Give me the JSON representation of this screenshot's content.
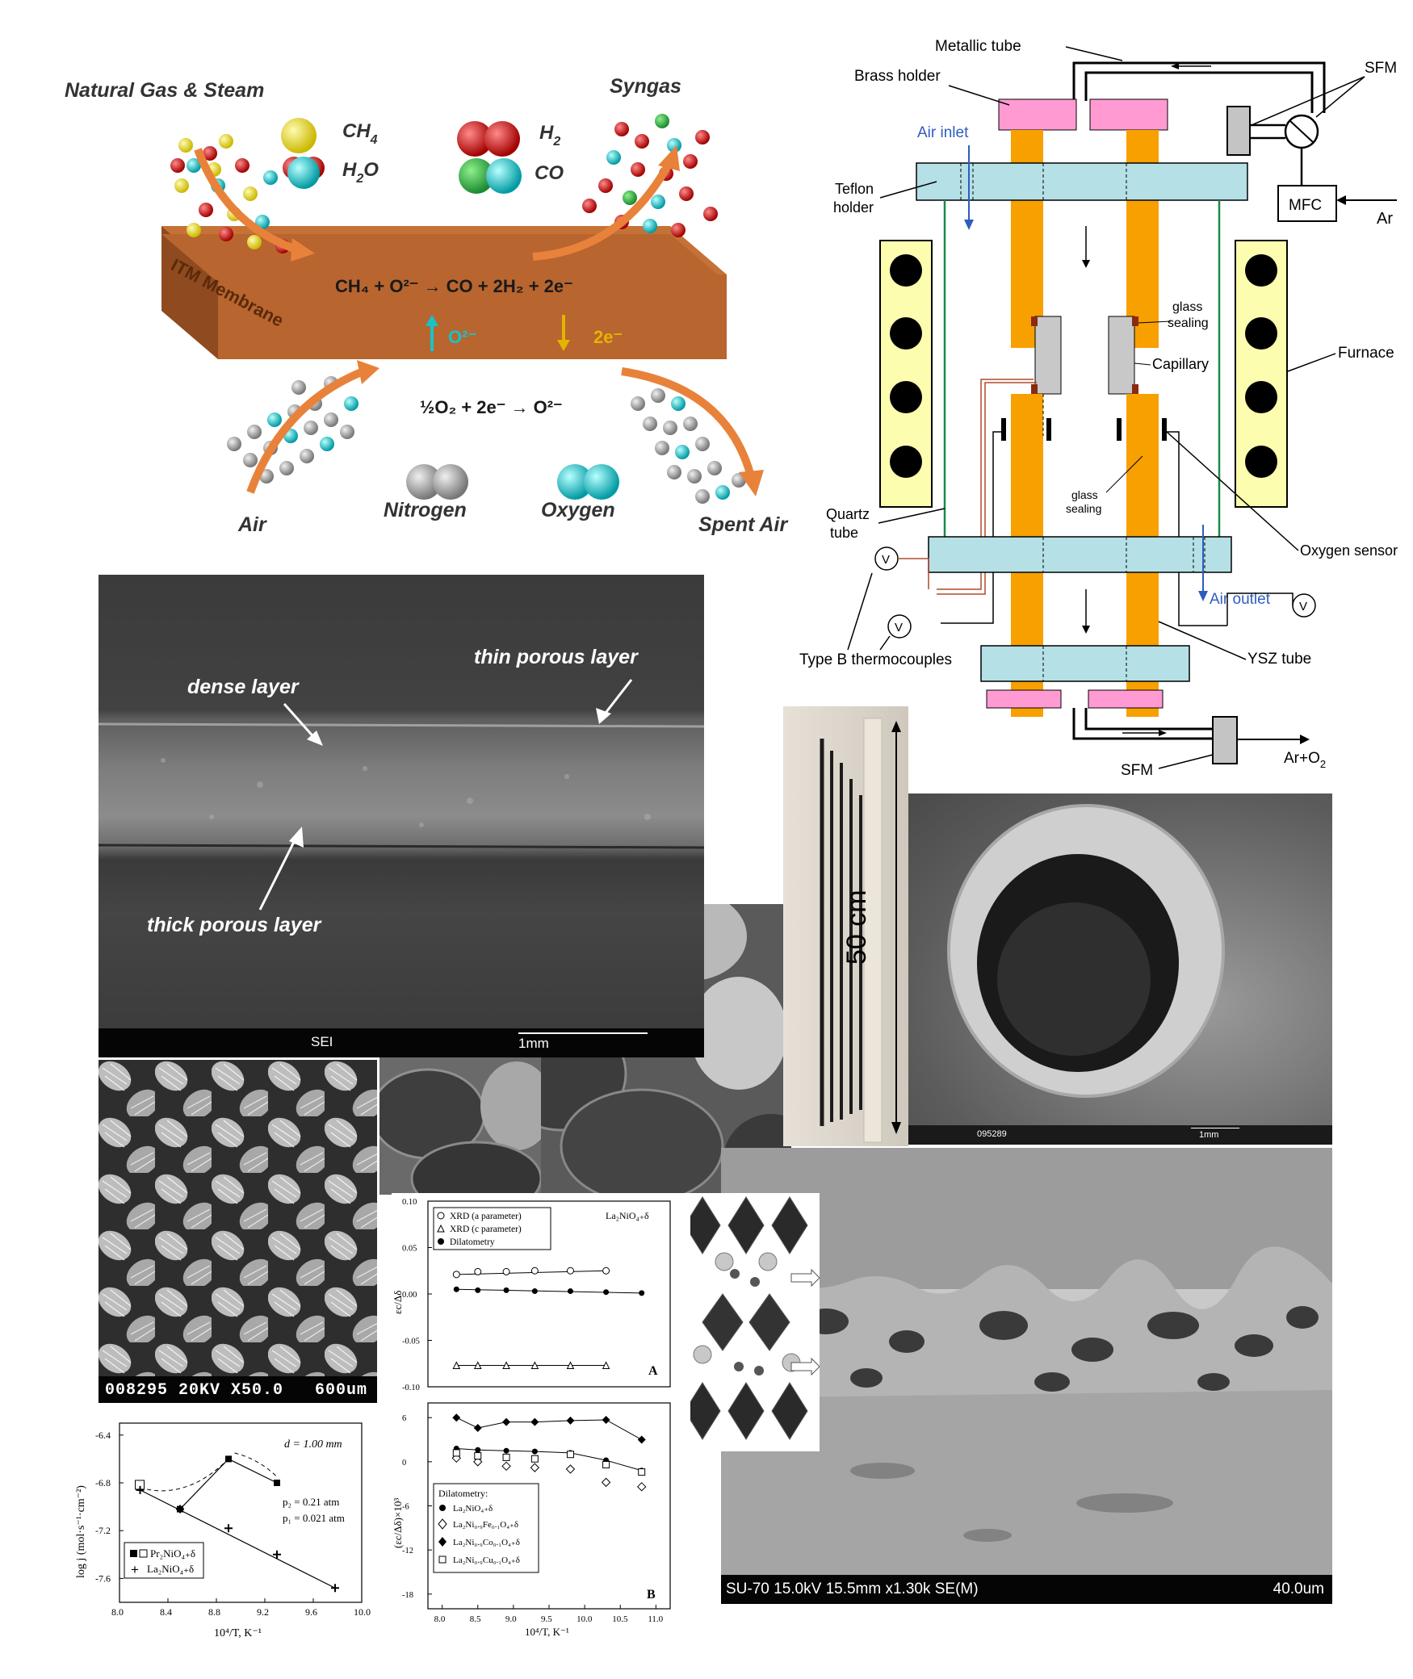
{
  "itm": {
    "feed_label": "Natural Gas & Steam",
    "product_label": "Syngas",
    "legend_ch4": "CH",
    "legend_ch4_sub": "4",
    "legend_h2o": "H",
    "legend_h2o_sub": "2",
    "legend_h2o_tail": "O",
    "legend_h2": "H",
    "legend_h2_sub": "2",
    "legend_co": "CO",
    "membrane_label": "ITM Membrane",
    "reaction_top": "CH₄ + O²⁻ → CO + 2H₂ + 2e⁻",
    "ion_label": "O²⁻",
    "electron_label": "2e⁻",
    "reaction_bottom": "½O₂ + 2e⁻ → O²⁻",
    "air_label": "Air",
    "nitrogen_label": "Nitrogen",
    "oxygen_label": "Oxygen",
    "spent_air_label": "Spent Air",
    "colors": {
      "membrane": "#b8652f",
      "hydrogen": "#d41c1c",
      "oxygen": "#16c0c8",
      "carbon": "#f0e020",
      "nitrogen": "#9a9a9a"
    }
  },
  "reactor": {
    "metallic_tube": "Metallic tube",
    "brass_holder": "Brass holder",
    "sfm_top": "SFM",
    "air_inlet": "Air inlet",
    "teflon_holder_1": "Teflon",
    "teflon_holder_2": "holder",
    "mfc": "MFC",
    "ar": "Ar",
    "glass_sealing_top_1": "glass",
    "glass_sealing_top_2": "sealing",
    "capillary": "Capillary",
    "furnace": "Furnace",
    "glass_sealing_mid_1": "glass",
    "glass_sealing_mid_2": "sealing",
    "quartz_tube_1": "Quartz",
    "quartz_tube_2": "tube",
    "oxygen_sensor": "Oxygen sensor",
    "air_outlet": "Air outlet",
    "voltmeter": "V",
    "thermocouples": "Type B thermocouples",
    "ysz_tube": "YSZ tube",
    "sfm_bottom": "SFM",
    "ar_o2": "Ar+O",
    "ar_o2_sub": "2",
    "colors": {
      "tube": "#f7a000",
      "teflon": "#b4e0e6",
      "brass": "#ff9ad2",
      "furnace": "#fdfdb0"
    }
  },
  "sem_layers": {
    "dense_layer": "dense  layer",
    "thin_porous_layer": "thin porous layer",
    "thick_porous_layer": "thick porous layer",
    "mode": "SEI",
    "scale": "1mm"
  },
  "photo_tubes": {
    "length_label": "50 cm"
  },
  "sem_tube": {
    "id": "095289",
    "scale": "1mm"
  },
  "sem_fibers": {
    "caption": "008295 20KV X50.0   600um"
  },
  "sem_cross": {
    "caption_left": "SU-70 15.0kV 15.5mm x1.30k SE(M)",
    "caption_right": "40.0um"
  },
  "chart_flux": {
    "chart_data": {
      "type": "scatter",
      "xlabel": "10⁴/T, K⁻¹",
      "ylabel": "log j  (mol·s⁻¹·cm⁻²)",
      "xlim": [
        8.0,
        10.0
      ],
      "ylim": [
        -7.8,
        -6.3
      ],
      "xticks": [
        "8.0",
        "8.4",
        "8.8",
        "9.2",
        "9.6",
        "10.0"
      ],
      "yticks": [
        "-6.4",
        "-6.8",
        "-7.2",
        "-7.6"
      ],
      "annotation_d": "d = 1.00 mm",
      "annotation_p2": "p₂ = 0.21 atm",
      "annotation_p1": "p₁ = 0.021 atm",
      "series": [
        {
          "name": "Pr₂NiO₄₊δ",
          "x": [
            8.17,
            8.5,
            8.9,
            9.3
          ],
          "y": [
            -6.84,
            -7.02,
            -6.6,
            -6.8
          ]
        },
        {
          "name": "La₂NiO₄₊δ",
          "x": [
            8.17,
            8.5,
            8.9,
            9.3,
            9.78
          ],
          "y": [
            -6.86,
            -7.02,
            -7.18,
            -7.4,
            -7.68
          ]
        }
      ]
    }
  },
  "chart_exp": {
    "top": {
      "chart_data": {
        "type": "scatter",
        "ylabel": "εc/Δδ",
        "compound": "La₂NiO₄₊δ",
        "panel": "A",
        "xlim": [
          7.8,
          11.2
        ],
        "ylim": [
          -0.1,
          0.1
        ],
        "yticks": [
          "0.10",
          "0.05",
          "0.00",
          "-0.05",
          "-0.10"
        ],
        "series": [
          {
            "name": "XRD (a parameter)",
            "x": [
              8.2,
              8.5,
              8.9,
              9.3,
              9.8,
              10.3
            ],
            "y": [
              0.021,
              0.024,
              0.024,
              0.025,
              0.025,
              0.025
            ]
          },
          {
            "name": "XRD (c parameter)",
            "x": [
              8.2,
              8.5,
              8.9,
              9.3,
              9.8,
              10.3
            ],
            "y": [
              -0.077,
              -0.077,
              -0.077,
              -0.077,
              -0.077,
              -0.077
            ]
          },
          {
            "name": "Dilatometry",
            "x": [
              8.2,
              8.5,
              8.9,
              9.3,
              9.8,
              10.3,
              10.8
            ],
            "y": [
              0.005,
              0.004,
              0.004,
              0.003,
              0.003,
              0.002,
              0.001
            ]
          }
        ]
      }
    },
    "bottom": {
      "chart_data": {
        "type": "scatter",
        "ylabel": "(εc/Δδ)×10³",
        "xlabel": "10⁴/T, K⁻¹",
        "panel": "B",
        "legend_title": "Dilatometry:",
        "xlim": [
          7.8,
          11.2
        ],
        "ylim": [
          -20,
          8
        ],
        "xticks": [
          "8.0",
          "8.5",
          "9.0",
          "9.5",
          "10.0",
          "10.5",
          "11.0"
        ],
        "yticks": [
          "6",
          "0",
          "-6",
          "-12",
          "-18"
        ],
        "series": [
          {
            "name": "La₂NiO₄₊δ",
            "x": [
              8.2,
              8.5,
              8.9,
              9.3,
              9.8,
              10.3,
              10.8
            ],
            "y": [
              1.8,
              1.6,
              1.5,
              1.4,
              1.2,
              0.2,
              -1.2
            ]
          },
          {
            "name": "La₂Ni₀.₉Fe₀.₁O₄₊δ",
            "x": [
              8.2,
              8.5,
              8.9,
              9.3,
              9.8,
              10.3,
              10.8
            ],
            "y": [
              0.5,
              0.0,
              -0.6,
              -0.8,
              -1.0,
              -2.8,
              -3.4
            ]
          },
          {
            "name": "La₂Ni₀.₉Co₀.₁O₄₊δ",
            "x": [
              8.2,
              8.5,
              8.9,
              9.3,
              9.8,
              10.3,
              10.8
            ],
            "y": [
              6.0,
              4.6,
              5.4,
              5.4,
              5.6,
              5.7,
              3.0
            ]
          },
          {
            "name": "La₂Ni₀.₉Cu₀.₁O₄₊δ",
            "x": [
              8.2,
              8.5,
              8.9,
              9.3,
              9.8,
              10.3,
              10.8
            ],
            "y": [
              1.2,
              0.8,
              0.6,
              0.4,
              1.0,
              -0.4,
              -1.4
            ]
          }
        ]
      }
    }
  }
}
